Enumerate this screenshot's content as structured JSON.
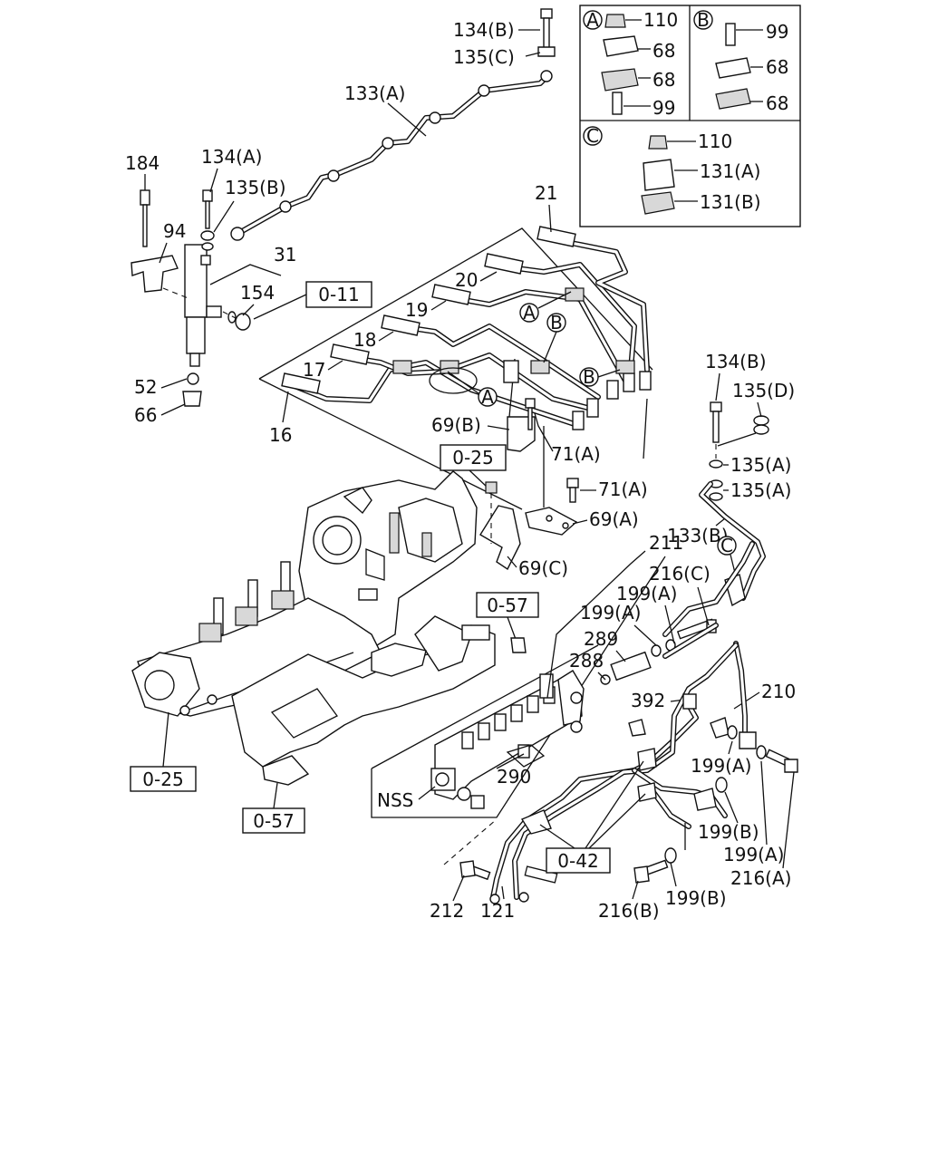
{
  "labels": {
    "l134b_top": "134(B)",
    "l135c": "135(C)",
    "l133a": "133(A)",
    "l184": "184",
    "l134a": "134(A)",
    "l135b": "135(B)",
    "l94": "94",
    "l31": "31",
    "l154": "154",
    "l52": "52",
    "l66": "66",
    "l21": "21",
    "l20": "20",
    "l19": "19",
    "l18": "18",
    "l17": "17",
    "l16": "16",
    "l69b": "69(B)",
    "l71a_1": "71(A)",
    "l71a_2": "71(A)",
    "l69a": "69(A)",
    "l69c": "69(C)",
    "l134b_right": "134(B)",
    "l135d": "135(D)",
    "l135a_1": "135(A)",
    "l135a_2": "135(A)",
    "l133b": "133(B)",
    "l211": "211",
    "l216c": "216(C)",
    "l199a_1": "199(A)",
    "l199a_2": "199(A)",
    "l289": "289",
    "l288": "288",
    "l392": "392",
    "l210": "210",
    "l199a_3": "199(A)",
    "l199b_1": "199(B)",
    "l199a_4": "199(A)",
    "l216a": "216(A)",
    "l290": "290",
    "lnss": "NSS",
    "l212": "212",
    "l121": "121",
    "l216b": "216(B)",
    "l199b_2": "199(B)"
  },
  "refs": {
    "r011": "0-11",
    "r025_top": "0-25",
    "r057_mid": "0-57",
    "r025_left": "0-25",
    "r057_bottom": "0-57",
    "r042": "0-42"
  },
  "inset": {
    "a_tag": "A",
    "a_110": "110",
    "a_68_1": "68",
    "a_68_2": "68",
    "a_99": "99",
    "b_tag": "B",
    "b_99": "99",
    "b_68_1": "68",
    "b_68_2": "68",
    "c_tag": "C",
    "c_110": "110",
    "c_131a": "131(A)",
    "c_131b": "131(B)"
  },
  "markers": {
    "m_a1": "A",
    "m_b1": "B",
    "m_b2": "B",
    "m_a2": "A",
    "m_c1": "C"
  }
}
